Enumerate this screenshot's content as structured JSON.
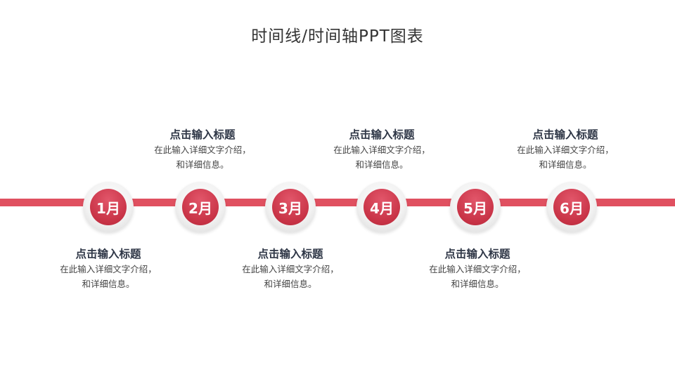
{
  "title": "时间线/时间轴PPT图表",
  "colors": {
    "accent": "#e05060",
    "node_inner": "#c83346",
    "heading": "#2e3646"
  },
  "nodes": [
    {
      "label": "1月",
      "position": "bottom",
      "heading": "点击输入标题",
      "desc1": "在此输入详细文字介绍，",
      "desc2": "和详细信息。"
    },
    {
      "label": "2月",
      "position": "top",
      "heading": "点击输入标题",
      "desc1": "在此输入详细文字介绍，",
      "desc2": "和详细信息。"
    },
    {
      "label": "3月",
      "position": "bottom",
      "heading": "点击输入标题",
      "desc1": "在此输入详细文字介绍，",
      "desc2": "和详细信息。"
    },
    {
      "label": "4月",
      "position": "top",
      "heading": "点击输入标题",
      "desc1": "在此输入详细文字介绍，",
      "desc2": "和详细信息。"
    },
    {
      "label": "5月",
      "position": "bottom",
      "heading": "点击输入标题",
      "desc1": "在此输入详细文字介绍，",
      "desc2": "和详细信息。"
    },
    {
      "label": "6月",
      "position": "top",
      "heading": "点击输入标题",
      "desc1": "在此输入详细文字介绍，",
      "desc2": "和详细信息。"
    }
  ]
}
